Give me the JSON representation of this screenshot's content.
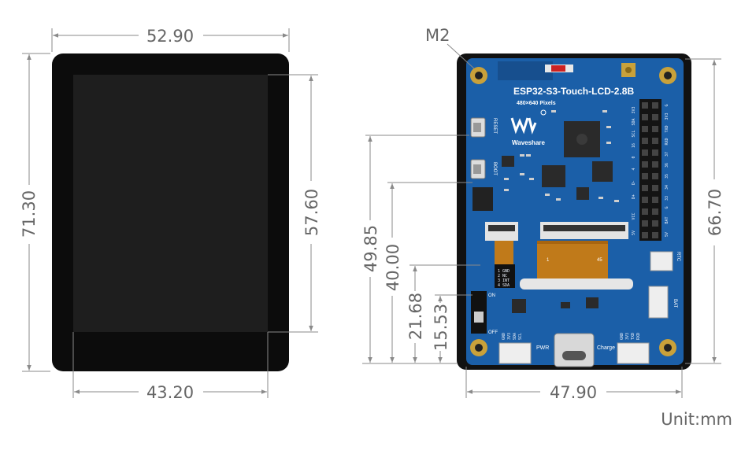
{
  "colors": {
    "screen_bezel": "#0c0c0c",
    "screen_active": "#1e1e1e",
    "pcb": "#1b5fa8",
    "pcb_dark": "#174f8e",
    "gold": "#c9a13a",
    "flex": "#c07a1a",
    "dimension": "#8a8a8a",
    "text": "#666666"
  },
  "front_view": {
    "dim_top_width": "52.90",
    "dim_bottom_width": "43.20",
    "dim_left_height": "71.30",
    "dim_right_height": "57.60"
  },
  "back_view": {
    "mount_label": "M2",
    "board_title": "ESP32-S3-Touch-LCD-2.8B",
    "resolution": "480×640 Pixels",
    "brand": "Waveshare",
    "label_reset": "RESET",
    "label_boot": "BOOT",
    "label_on": "ON",
    "label_off": "OFF",
    "label_pwr": "PWR",
    "label_charge": "Charge",
    "label_rtc": "RTC",
    "label_bat": "BAT",
    "fpc_pin_1": "1",
    "fpc_pin_45": "45",
    "i2c_header_pins": [
      "1 GND",
      "2 NC",
      "3 INT",
      "4 SDA"
    ],
    "bottom_left_pins": [
      "GND",
      "3V3",
      "SDA",
      "SCL"
    ],
    "bottom_right_pins": [
      "GND",
      "3V3",
      "TXD",
      "RXD"
    ],
    "header_left_pins": [
      "3V3",
      "SDA",
      "SCL",
      "16",
      "0",
      "4",
      "D-",
      "D+",
      "VCC",
      "5V"
    ],
    "header_right_pins": [
      "G",
      "3V3",
      "TXD",
      "RXD",
      "37",
      "36",
      "35",
      "34",
      "33",
      "G",
      "BAT",
      "5V"
    ],
    "dim_bottom_width": "47.90",
    "dim_right_height": "66.70",
    "dim_left_offsets": [
      "49.85",
      "40.00",
      "21.68",
      "15.53"
    ]
  },
  "unit_label": "Unit:mm"
}
